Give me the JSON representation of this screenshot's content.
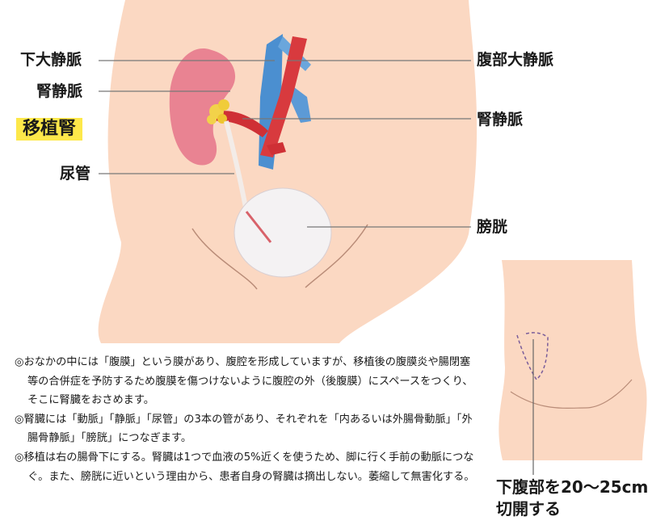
{
  "labels": {
    "ivc": "下大静脈",
    "left_renal_vein": "腎静脈",
    "transplant_kidney": "移植腎",
    "ureter": "尿管",
    "abdominal_vein": "腹部大静脈",
    "right_renal_vein": "腎静脈",
    "bladder": "膀胱"
  },
  "notes": [
    "◎おなかの中には「腹膜」という膜があり、腹腔を形成していますが、移植後の腹膜炎や腸閉塞等の合併症を予防するため腹膜を傷つけないように腹腔の外（後腹膜）にスペースをつくり、そこに腎臓をおさめます。",
    "◎腎臓には「動脈」「静脈」「尿管」の3本の管があり、それぞれを「内あるいは外腸骨動脈」「外腸骨静脈」「膀胱」につなぎます。",
    "◎移植は右の腸骨下にする。腎臓は1つで血液の5%近くを使うため、脚に行く手前の動脈につなぐ。また、膀胱に近いという理由から、患者自身の腎臓は摘出しない。萎縮して無害化する。"
  ],
  "incision": {
    "line1": "下腹部を20〜25cm",
    "line2": "切開する"
  },
  "colors": {
    "skin": "#fbd8c2",
    "highlight": "#fde84a",
    "kidney": "#e98392",
    "artery": "#d83a3e",
    "vein": "#4b8fd0"
  }
}
